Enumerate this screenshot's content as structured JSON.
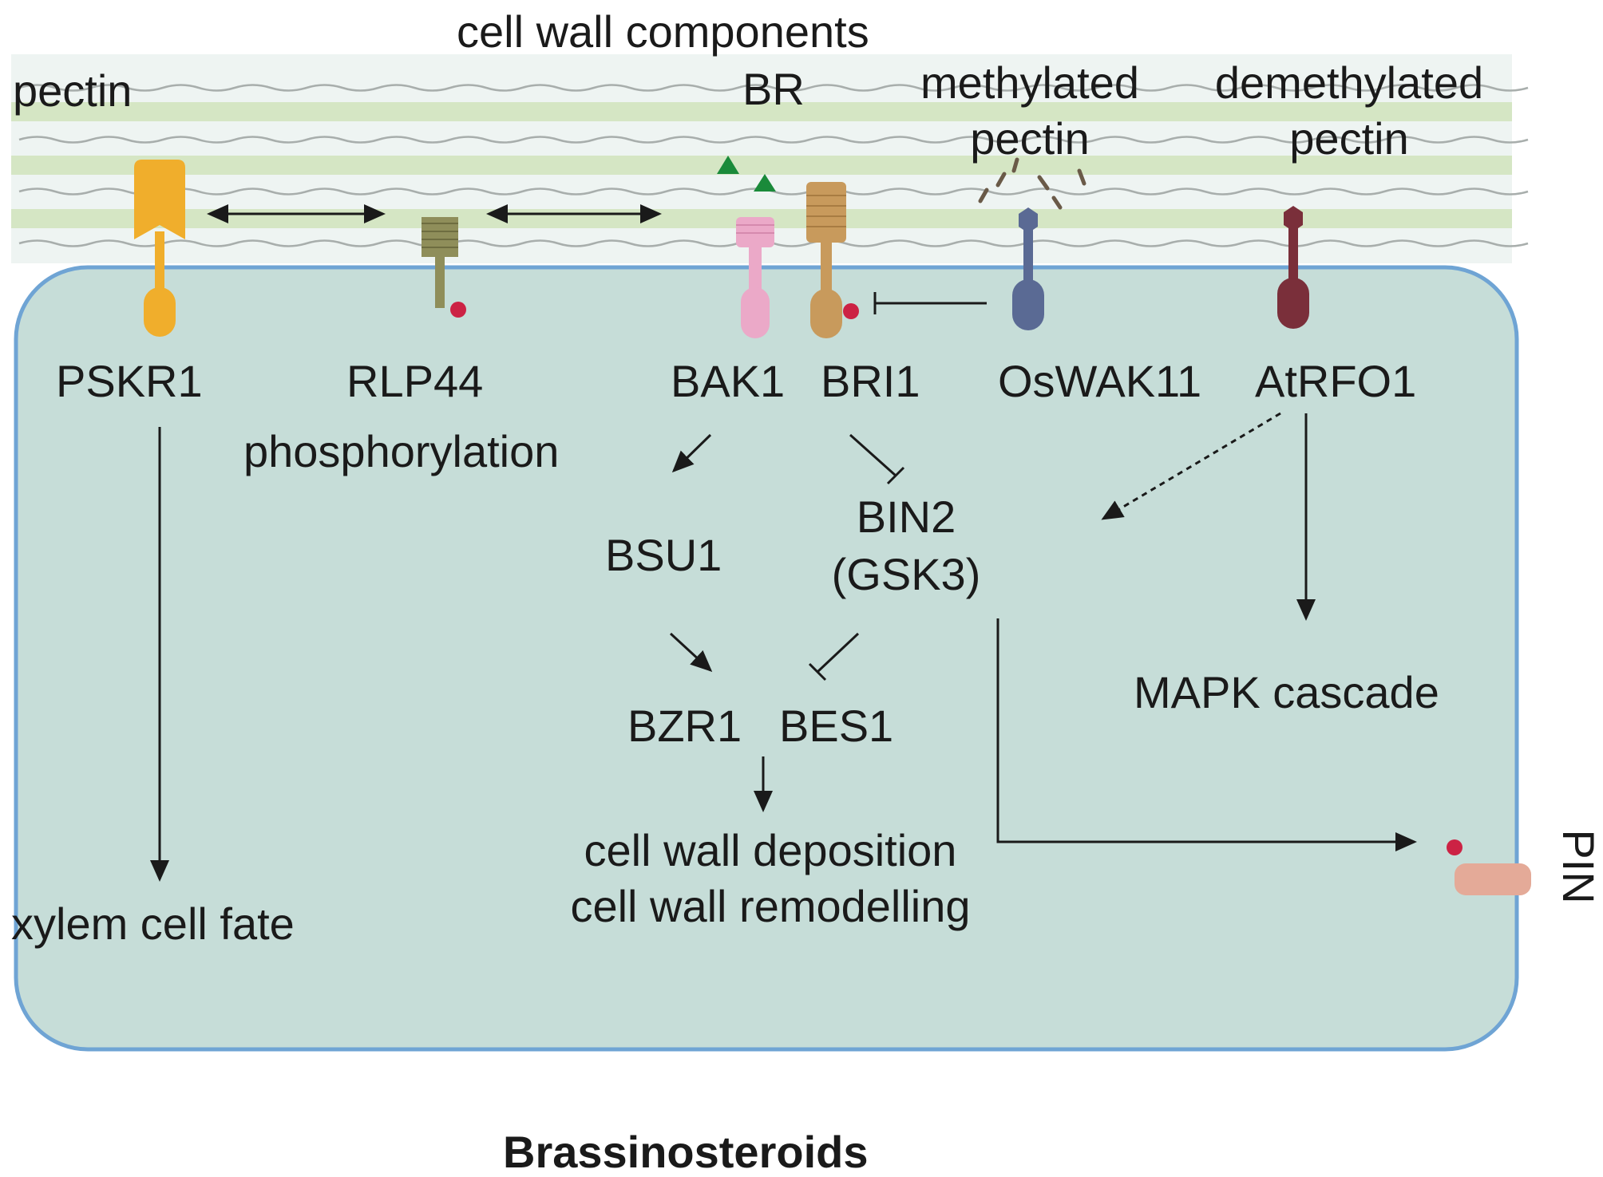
{
  "labels": {
    "cell_wall_components": "cell wall components",
    "pectin": "pectin",
    "br": "BR",
    "methylated_pectin_1": "methylated",
    "methylated_pectin_2": "pectin",
    "demethylated_pectin_1": "demethylated",
    "demethylated_pectin_2": "pectin",
    "pskr1": "PSKR1",
    "rlp44": "RLP44",
    "bak1": "BAK1",
    "bri1": "BRI1",
    "oswak11": "OsWAK11",
    "atrfo1": "AtRFO1",
    "phosphorylation": "phosphorylation",
    "bsu1": "BSU1",
    "bin2_1": "BIN2",
    "bin2_2": "(GSK3)",
    "mapk_cascade": "MAPK cascade",
    "bzr1": "BZR1",
    "bes1": "BES1",
    "cell_wall_deposition": "cell wall deposition",
    "cell_wall_remodelling": "cell wall remodelling",
    "xylem_cell_fate": "xylem cell fate",
    "pin": "PIN",
    "footer_title": "Brassinosteroids"
  },
  "colors": {
    "cell_wall_bg": "#eef4f2",
    "cell_wall_band": "#d5e6c4",
    "cell_fill": "#c6ddd8",
    "cell_border": "#6fa4d4",
    "pskr1": "#f0ae2c",
    "rlp44": "#8f8e5a",
    "bak1": "#eba9c8",
    "bri1": "#c89a5c",
    "oswak11": "#5a6a94",
    "atrfo1": "#7a2f3a",
    "phospho_dot": "#cc2244",
    "br_ligand": "#1a8a3a",
    "pin": "#e4aa98",
    "arrow": "#1a1a1a"
  }
}
